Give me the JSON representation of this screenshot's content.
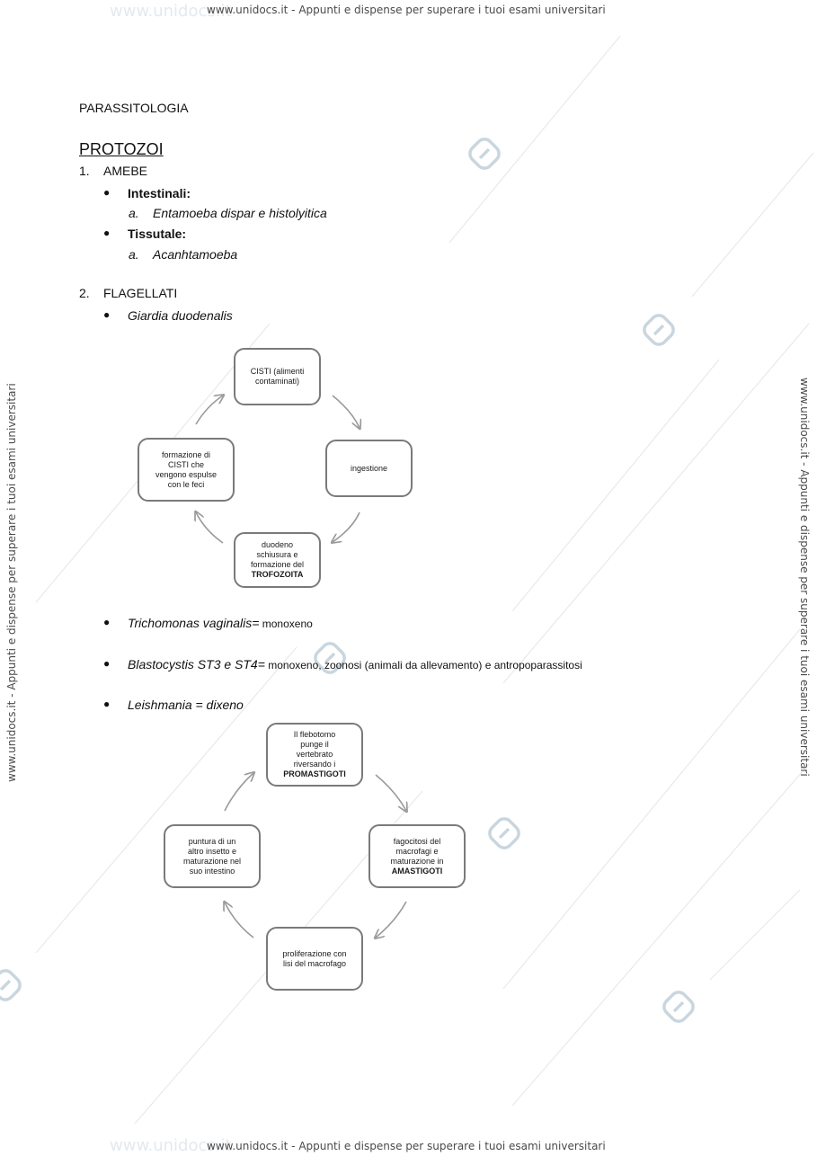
{
  "watermark": {
    "text": "www.unidocs.it - Appunti e dispense per superare i tuoi esami universitari",
    "faint": "www.unidocs.it"
  },
  "document": {
    "title": "PARASSITOLOGIA",
    "section": "PROTOZOI"
  },
  "list": {
    "item1": {
      "num": "1.",
      "label": "AMEBE",
      "bullet1": "Intestinali:",
      "bullet1_sub": {
        "num": "a.",
        "text": "Entamoeba dispar e histolyitica"
      },
      "bullet2": "Tissutale:",
      "bullet2_sub": {
        "num": "a.",
        "text": "Acanhtamoeba"
      }
    },
    "item2": {
      "num": "2.",
      "label": "FLAGELLATI",
      "bullet1": "Giardia duodenalis"
    }
  },
  "giardia_cycle": {
    "top": {
      "line1": "CISTI (alimenti",
      "line2": "contaminati)"
    },
    "right": {
      "line1": "ingestione"
    },
    "bottom": {
      "line1": "duodeno",
      "line2": "schiusura e",
      "line3": "formazione del",
      "bold": "TROFOZOITA"
    },
    "left": {
      "line1": "formazione di",
      "line2": "CISTI  che",
      "line3": "vengono espulse",
      "line4": "con le feci"
    }
  },
  "bullets2": {
    "b1_italic": "Trichomonas vaginalis=",
    "b1_rest": " monoxeno",
    "b2_italic": "Blastocystis ST3 e ST4=",
    "b2_rest": " monoxeno, zoonosi (animali da allevamento) e antropoparassitosi",
    "b3": "Leishmania = dixeno"
  },
  "leishmania_cycle": {
    "top": {
      "line1": "Il flebotomo",
      "line2": "punge il",
      "line3": "vertebrato",
      "line4": "riversando i",
      "bold": "PROMASTIGOTI"
    },
    "right": {
      "line1": "fagocitosi del",
      "line2": "macrofagi e",
      "line3": "maturazione in",
      "bold": "AMASTIGOTI"
    },
    "bottom": {
      "line1": "proliferazione con",
      "line2": "lisi del macrofago"
    },
    "left": {
      "line1": "puntura di un",
      "line2": "altro insetto e",
      "line3": "maturazione nel",
      "line4": "suo intestino"
    }
  },
  "colors": {
    "arrow": "#9a9a9a",
    "box_border": "#7a7a7a",
    "logo": "#c9d6df"
  }
}
